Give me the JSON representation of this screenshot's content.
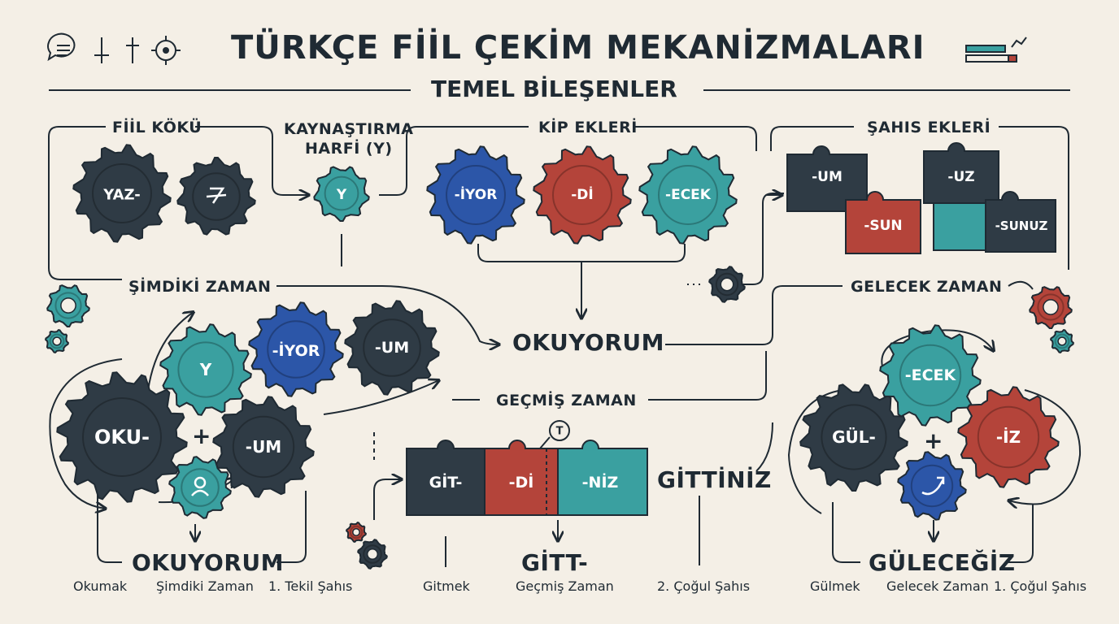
{
  "title": "TÜRKÇE FİİL ÇEKİM MEKANİZMALARI",
  "subtitle": "TEMEL BİLEŞENLER",
  "colors": {
    "dark": "#2f3b45",
    "blue": "#2c56a8",
    "red": "#b4443a",
    "teal": "#3aa0a0",
    "ink": "#1f2a33",
    "bg": "#f4efe6"
  },
  "top": {
    "fiil_koku": {
      "label": "FİİL KÖKÜ",
      "gear1": "YAZ-",
      "gear2_icon": "strike-symbol-icon"
    },
    "kaynastirma": {
      "label_line1": "KAYNAŞTIRMA",
      "label_line2": "HARFİ (Y)",
      "gear": "Y"
    },
    "kip_ekleri": {
      "label": "KİP EKLERİ",
      "gears": [
        "-İYOR",
        "-Dİ",
        "-ECEK"
      ]
    },
    "sahis_ekleri": {
      "label": "ŞAHIS EKLERİ",
      "pieces": [
        "-UM",
        "-SUN",
        "-UZ",
        "-SUNUZ"
      ]
    }
  },
  "center_result": "OKUYORUM",
  "simdiki": {
    "label": "ŞİMDİKİ ZAMAN",
    "root": "OKU-",
    "buffer": "Y",
    "tense": "-İYOR",
    "person_top": "-UM",
    "person_bottom": "-UM",
    "plus": "+",
    "result": "OKUYORUM",
    "captions": [
      "Okumak",
      "Şimdiki Zaman",
      "1. Tekil Şahıs"
    ]
  },
  "gecmis": {
    "label": "GEÇMİŞ ZAMAN",
    "pieces": [
      "GİT-",
      "-Dİ",
      "-NİZ"
    ],
    "marker": "T",
    "result_side": "GİTTİNİZ",
    "result": "GİTT-",
    "captions": [
      "Gitmek",
      "Geçmiş Zaman",
      "2. Çoğul Şahıs"
    ]
  },
  "gelecek": {
    "label": "GELECEK ZAMAN",
    "root": "GÜL-",
    "tense": "-ECEK",
    "person": "-İZ",
    "plus": "+",
    "result": "GÜLECEĞİZ",
    "captions": [
      "Gülmek",
      "Gelecek Zaman",
      "1. Çoğul Şahıs"
    ]
  }
}
